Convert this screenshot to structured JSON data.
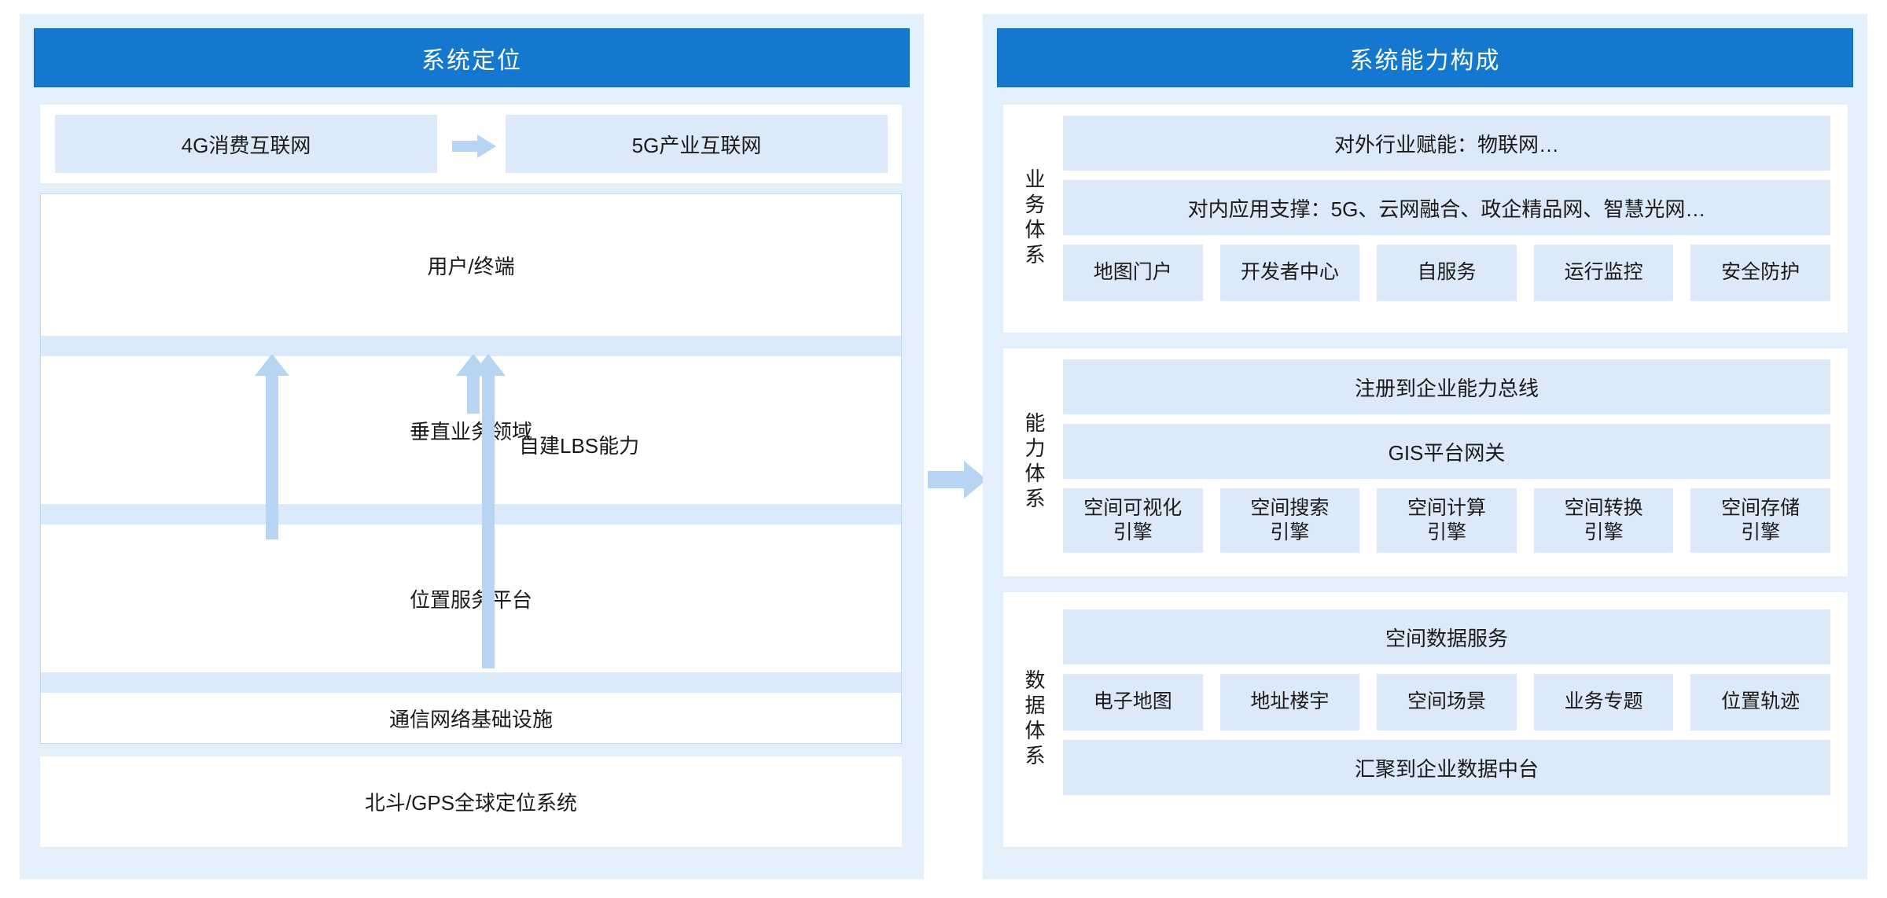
{
  "left_panel": {
    "header": "系统定位",
    "generation": {
      "from": "4G消费互联网",
      "to": "5G产业互联网",
      "arrow_icon": "right-arrow-icon"
    },
    "stack": {
      "rows": [
        "用户/终端",
        "垂直业务领域",
        "位置服务平台",
        "通信网络基础设施"
      ],
      "lbs_label": "自建LBS能力",
      "arrows": [
        {
          "name": "arrow-platform-to-user",
          "icon": "up-arrow-icon"
        },
        {
          "name": "arrow-lbs-short",
          "icon": "up-arrow-icon"
        },
        {
          "name": "arrow-network-to-user",
          "icon": "up-arrow-icon"
        }
      ]
    },
    "foundation": "北斗/GPS全球定位系统"
  },
  "connector": {
    "name": "panel-connector-arrow",
    "icon": "right-arrow-icon"
  },
  "right_panel": {
    "header": "系统能力构成",
    "sections": [
      {
        "id": "business",
        "label": "业务体系",
        "wide_boxes_top": [
          "对外行业赋能：物联网…",
          "对内应用支撑：5G、云网融合、政企精品网、智慧光网…"
        ],
        "chips": [
          "地图门户",
          "开发者中心",
          "自服务",
          "运行监控",
          "安全防护"
        ],
        "wide_boxes_bottom": []
      },
      {
        "id": "capability",
        "label": "能力体系",
        "wide_boxes_top": [
          "注册到企业能力总线",
          "GIS平台网关"
        ],
        "chips": [
          "空间可视化\n引擎",
          "空间搜索\n引擎",
          "空间计算\n引擎",
          "空间转换\n引擎",
          "空间存储\n引擎"
        ],
        "wide_boxes_bottom": []
      },
      {
        "id": "data",
        "label": "数据体系",
        "wide_boxes_top": [
          "空间数据服务"
        ],
        "chips": [
          "电子地图",
          "地址楼宇",
          "空间场景",
          "业务专题",
          "位置轨迹"
        ],
        "wide_boxes_bottom": [
          "汇聚到企业数据中台"
        ]
      }
    ]
  },
  "colors": {
    "header_blue": "#1479ce",
    "panel_bg": "#e4effc",
    "box_blue": "#dce9f9",
    "band_blue": "#dbeafb",
    "arrow_blue": "#b5d5f2",
    "text": "#1a1a1a"
  }
}
